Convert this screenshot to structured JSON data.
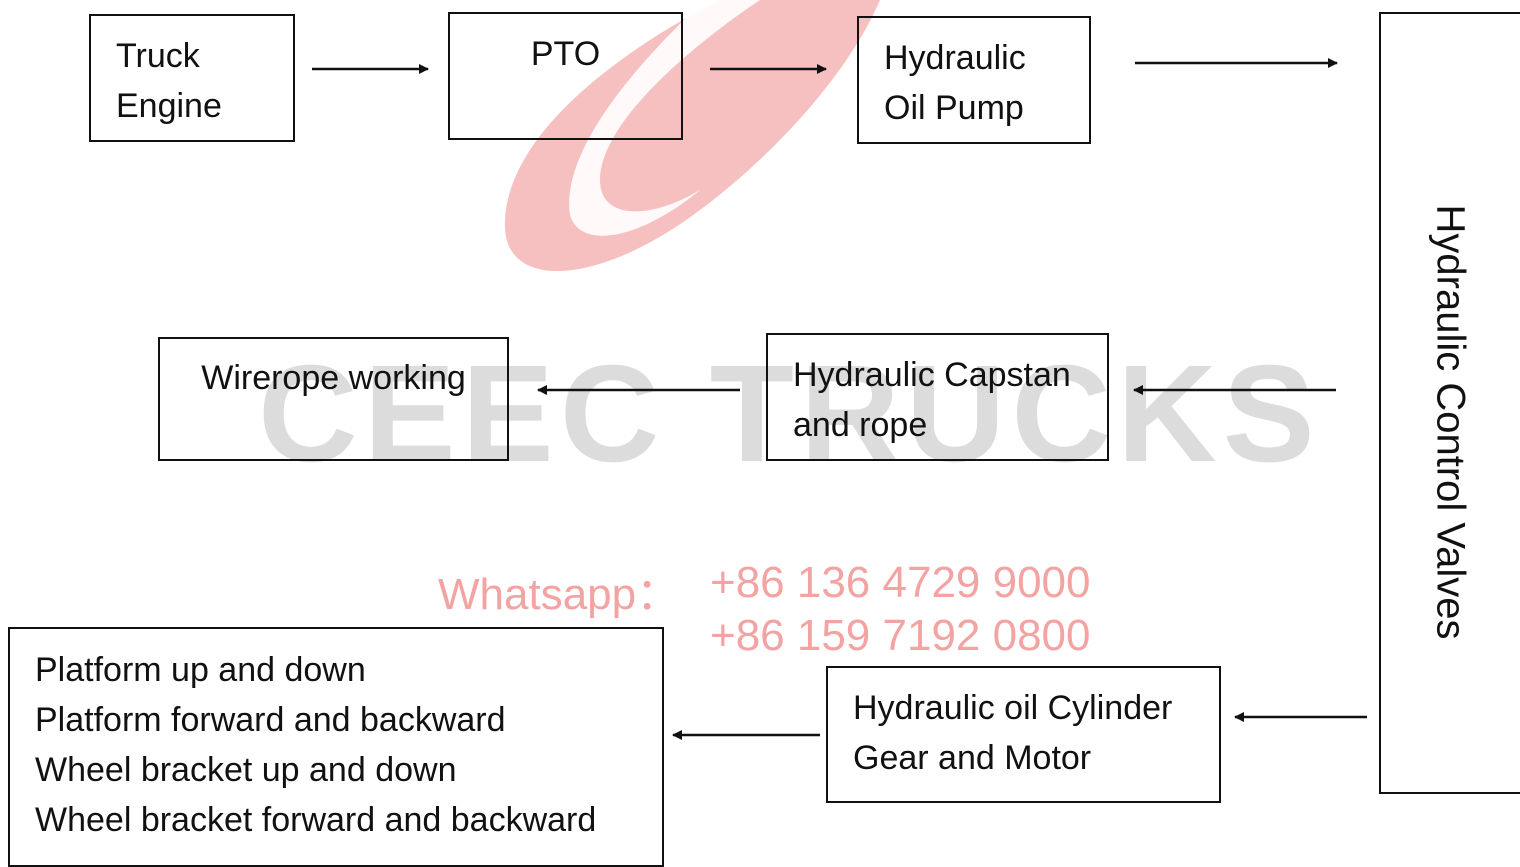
{
  "watermark": {
    "brand_text": "CEEC TRUCKS",
    "whatsapp_label": "Whatsapp：",
    "phones": [
      "+86 136 4729 9000",
      "+86 159 7192 0800"
    ],
    "logo_color": "#f6b5b5",
    "text_color": "#dcdcdc"
  },
  "nodes": {
    "truck_engine": [
      "Truck",
      "Engine"
    ],
    "pto": [
      "PTO"
    ],
    "oil_pump": [
      "Hydraulic",
      "Oil Pump"
    ],
    "control_valves": "Hydraulic Control Valves",
    "capstan": [
      "Hydraulic Capstan",
      "and rope"
    ],
    "wirerope": [
      "Wirerope working"
    ],
    "cylinder": [
      "Hydraulic oil Cylinder",
      "Gear and Motor"
    ],
    "functions": [
      "Platform up and down",
      "Platform forward and backward",
      "Wheel bracket up and down",
      "Wheel bracket forward and backward"
    ]
  },
  "edges": [
    {
      "from": "truck_engine",
      "to": "pto"
    },
    {
      "from": "pto",
      "to": "oil_pump"
    },
    {
      "from": "oil_pump",
      "to": "control_valves"
    },
    {
      "from": "control_valves",
      "to": "capstan"
    },
    {
      "from": "capstan",
      "to": "wirerope"
    },
    {
      "from": "control_valves",
      "to": "cylinder"
    },
    {
      "from": "cylinder",
      "to": "functions"
    }
  ]
}
